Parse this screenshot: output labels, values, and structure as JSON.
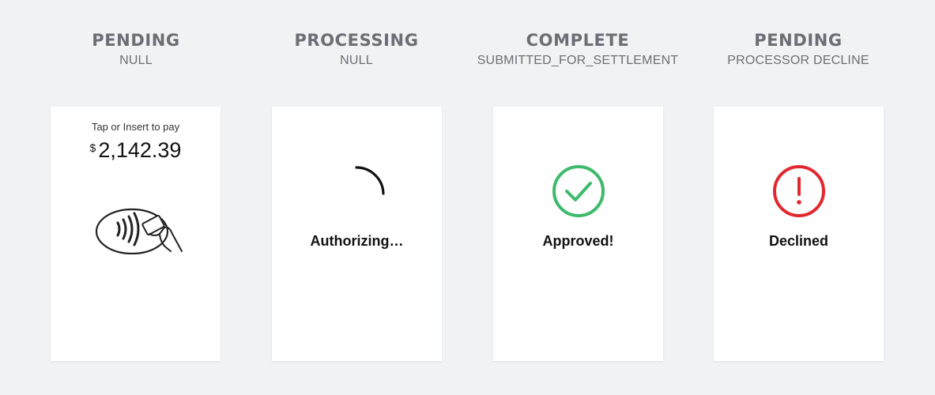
{
  "columns": [
    {
      "status": "PENDING",
      "substatus": "NULL",
      "card": {
        "prompt": "Tap or Insert to pay",
        "currency_symbol": "$",
        "amount": "2,142.39",
        "icon": "contactless-tap-icon"
      }
    },
    {
      "status": "PROCESSING",
      "substatus": "NULL",
      "card": {
        "label": "Authorizing…",
        "icon": "loading-spinner-icon"
      }
    },
    {
      "status": "COMPLETE",
      "substatus": "SUBMITTED_FOR_SETTLEMENT",
      "card": {
        "label": "Approved!",
        "icon": "check-circle-icon",
        "accent_color": "#3dba6b"
      }
    },
    {
      "status": "PENDING",
      "substatus": "PROCESSOR DECLINE",
      "card": {
        "label": "Declined",
        "icon": "exclamation-circle-icon",
        "accent_color": "#e2282f"
      }
    }
  ],
  "colors": {
    "background": "#f1f2f4",
    "header_text": "#6b6e74",
    "card_background": "#ffffff"
  }
}
